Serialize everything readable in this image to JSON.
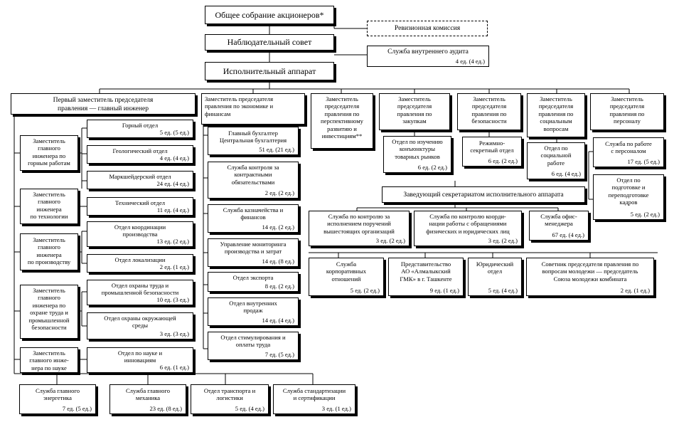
{
  "top": {
    "general_meeting": "Общее собрание акционеров*",
    "audit_commission": "Ревизионная комиссия",
    "supervisory_board": "Наблюдательный совет",
    "internal_audit": {
      "title": "Служба внутреннего аудита",
      "count": "4 ед. (4 ед.)"
    },
    "executive": "Исполнительный аппарат"
  },
  "deputies": {
    "first_deputy": "Первый заместитель председателя\nправления — главный инженер",
    "economy": "Заместитель председателя\nправления по экономике и\nфинансам",
    "development": "Заместитель\nпредседателя\nправления по\nперспективному\nразвитию и\nинвестициям**",
    "procurement": "Заместитель\nпредседателя\nправления по\nзакупкам",
    "security": "Заместитель\nпредседателя\nправления по\nбезопасности",
    "social": "Заместитель\nпредседателя\nправления по\nсоциальным\nвопросам",
    "personnel": "Заместитель\nпредседателя\nправления по\nперсоналу"
  },
  "chief_engineer": {
    "subdeputies": [
      "Заместитель\nглавного\nинженера по\nгорным работам",
      "Заместитель\nглавного\nинженера\nпо технологии",
      "Заместитель\nглавного\nинженера\nпо производству",
      "Заместитель\nглавного\nинженера по\nохране труда и\nпромышленной\nбезопасности",
      "Заместитель\nглавного инже-\nнера по науке"
    ],
    "depts": [
      {
        "title": "Горный отдел",
        "count": "5 ед. (5 ед.)"
      },
      {
        "title": "Геологический отдел",
        "count": "4 ед. (4 ед.)"
      },
      {
        "title": "Маркшейдерский отдел",
        "count": "24 ед. (4 ед.)"
      },
      {
        "title": "Технический отдел",
        "count": "11 ед. (4 ед.)"
      },
      {
        "title": "Отдел координации\nпроизводства",
        "count": "13 ед. (2 ед.)"
      },
      {
        "title": "Отдел локализации",
        "count": "2 ед. (1 ед.)"
      },
      {
        "title": "Отдел охраны труда и\nпромышленной безопасности",
        "count": "10 ед. (3 ед.)"
      },
      {
        "title": "Отдел охраны окружающей\nсреды",
        "count": "3 ед. (3 ед.)"
      },
      {
        "title": "Отдел по науке и\nинновациям",
        "count": "6 ед. (1 ед.)"
      }
    ],
    "bottom_services": [
      {
        "title": "Служба главного\nэнергетика",
        "count": "7 ед. (5 ед.)"
      },
      {
        "title": "Служба главного\nмеханика",
        "count": "23 ед. (8 ед.)"
      },
      {
        "title": "Отдел транспорта и\nлогистики",
        "count": "5 ед. (4 ед.)"
      },
      {
        "title": "Служба стандартизации\nи сертификации",
        "count": "3 ед. (1 ед.)"
      }
    ]
  },
  "economy_units": [
    {
      "title": "Главный бухгалтер\nЦентральная бухгалтерия",
      "count": "51 ед. (21 ед.)"
    },
    {
      "title": "Служба контроля за\nконтрактными\nобязательствами",
      "count": "2 ед. (2 ед.)"
    },
    {
      "title": "Служба казначейства и\nфинансов",
      "count": "14 ед. (2 ед.)"
    },
    {
      "title": "Управление мониторинга\nпроизводства и затрат",
      "count": "14 ед. (8 ед.)"
    },
    {
      "title": "Отдел экспорта",
      "count": "8 ед. (2 ед.)"
    },
    {
      "title": "Отдел внутренних\nпродаж",
      "count": "14 ед. (4 ед.)"
    },
    {
      "title": "Отдел стимулирования и\nоплаты труда",
      "count": "7 ед. (5 ед.)"
    }
  ],
  "procurement_unit": {
    "title": "Отдел по изучению\nконъюнктуры\nтоварных рынков",
    "count": "6 ед. (2 ед.)"
  },
  "security_unit": {
    "title": "Режимно-\nсекретный отдел",
    "count": "6 ед. (2 ед.)"
  },
  "social_unit": {
    "title": "Отдел по\nсоциальной\nработе",
    "count": "6 ед. (4 ед.)"
  },
  "personnel_units": [
    {
      "title": "Служба по работе\nс персоналом",
      "count": "17 ед. (5 ед.)"
    },
    {
      "title": "Отдел по\nподготовке и\nпереподготовке\nкадров",
      "count": "5 ед. (2 ед.)"
    }
  ],
  "secretariat": {
    "head": "Заведующий секретариатом исполнительного аппарата",
    "units": [
      {
        "title": "Служба по контролю за\nисполнением поручений\nвышестоящих организаций",
        "count": "3 ед. (2 ед.)"
      },
      {
        "title": "Служба по контролю коорди-\nнации работы с обращениями\nфизических и юридических лиц",
        "count": "3 ед. (2 ед.)"
      },
      {
        "title": "Служба офис-\nменеджера",
        "count": "67 ед. (4 ед.)"
      }
    ]
  },
  "bottom_right": [
    {
      "title": "Служба\nкорпоративных\nотношений",
      "count": "5 ед. (2 ед.)"
    },
    {
      "title": "Представительство\nАО «Алмалыкский\nГМК» в г. Ташкенте",
      "count": "9 ед. (1 ед.)"
    },
    {
      "title": "Юридический\nотдел",
      "count": "5 ед. (4 ед.)"
    },
    {
      "title": "Советник председателя правления по\nвопросам молодежи — председатель\nСоюза молодежи комбината",
      "count": "2 ед. (1 ед.)"
    }
  ]
}
